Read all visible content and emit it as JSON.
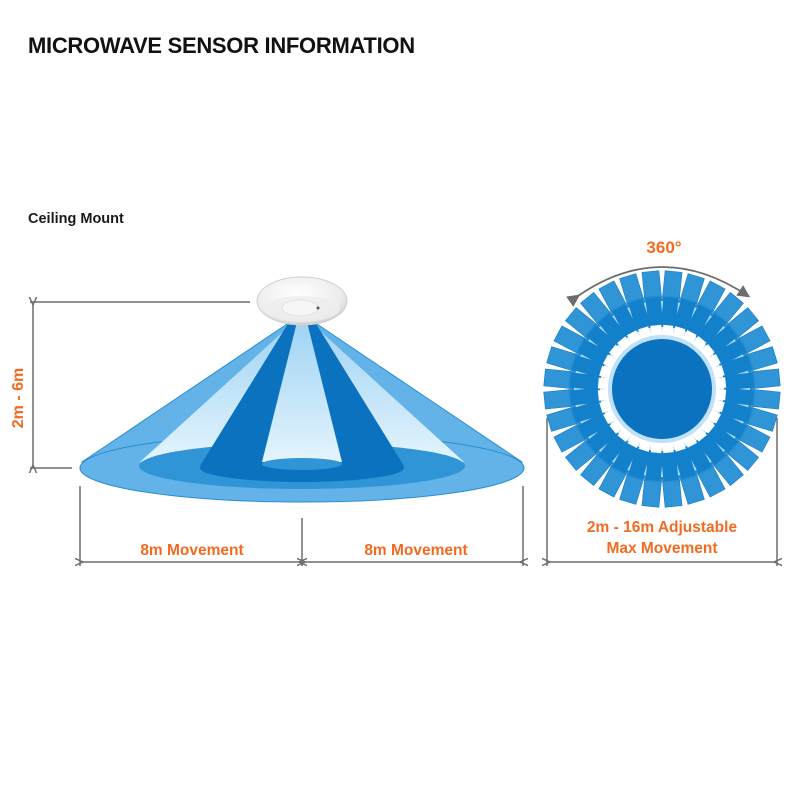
{
  "title": "MICROWAVE SENSOR INFORMATION",
  "colors": {
    "accent_orange": "#f26b21",
    "blue_dark": "#0a72bf",
    "blue_mid": "#2f95d6",
    "blue_light": "#63b3e8",
    "blue_pale": "#cfeafb",
    "dimension_gray": "#6d6d6d"
  },
  "ceiling_mount": {
    "label": "Ceiling Mount",
    "height_range_label": "2m - 6m",
    "left_coverage_label": "8m Movement",
    "right_coverage_label": "8m Movement"
  },
  "top_view": {
    "rotation_label": "360°",
    "range_label_line1": "2m - 16m Adjustable",
    "range_label_line2": "Max Movement",
    "ray_count": 32
  }
}
